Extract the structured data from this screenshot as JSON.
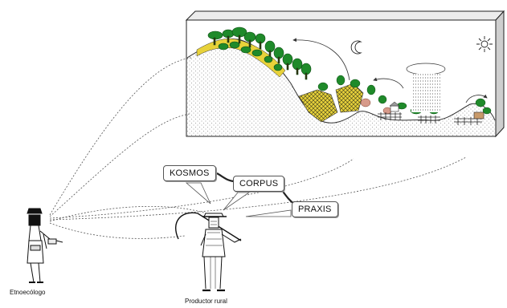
{
  "bubbles": {
    "kosmos": "KOSMOS",
    "corpus": "CORPUS",
    "praxis": "PRAXIS"
  },
  "figures": {
    "ethnoecologist": "Etnoecólogo",
    "farmer": "Productor rural"
  },
  "icons": {
    "sun": "sun-icon",
    "moon": "moon-icon",
    "rain_cloud": "rain-cloud-icon"
  },
  "colors": {
    "tree_green": "#1f8a2a",
    "crop_yellow": "#e8d23a",
    "fence_dark": "#2a2a2a",
    "terrain_stipple": "#bfbfbf"
  }
}
